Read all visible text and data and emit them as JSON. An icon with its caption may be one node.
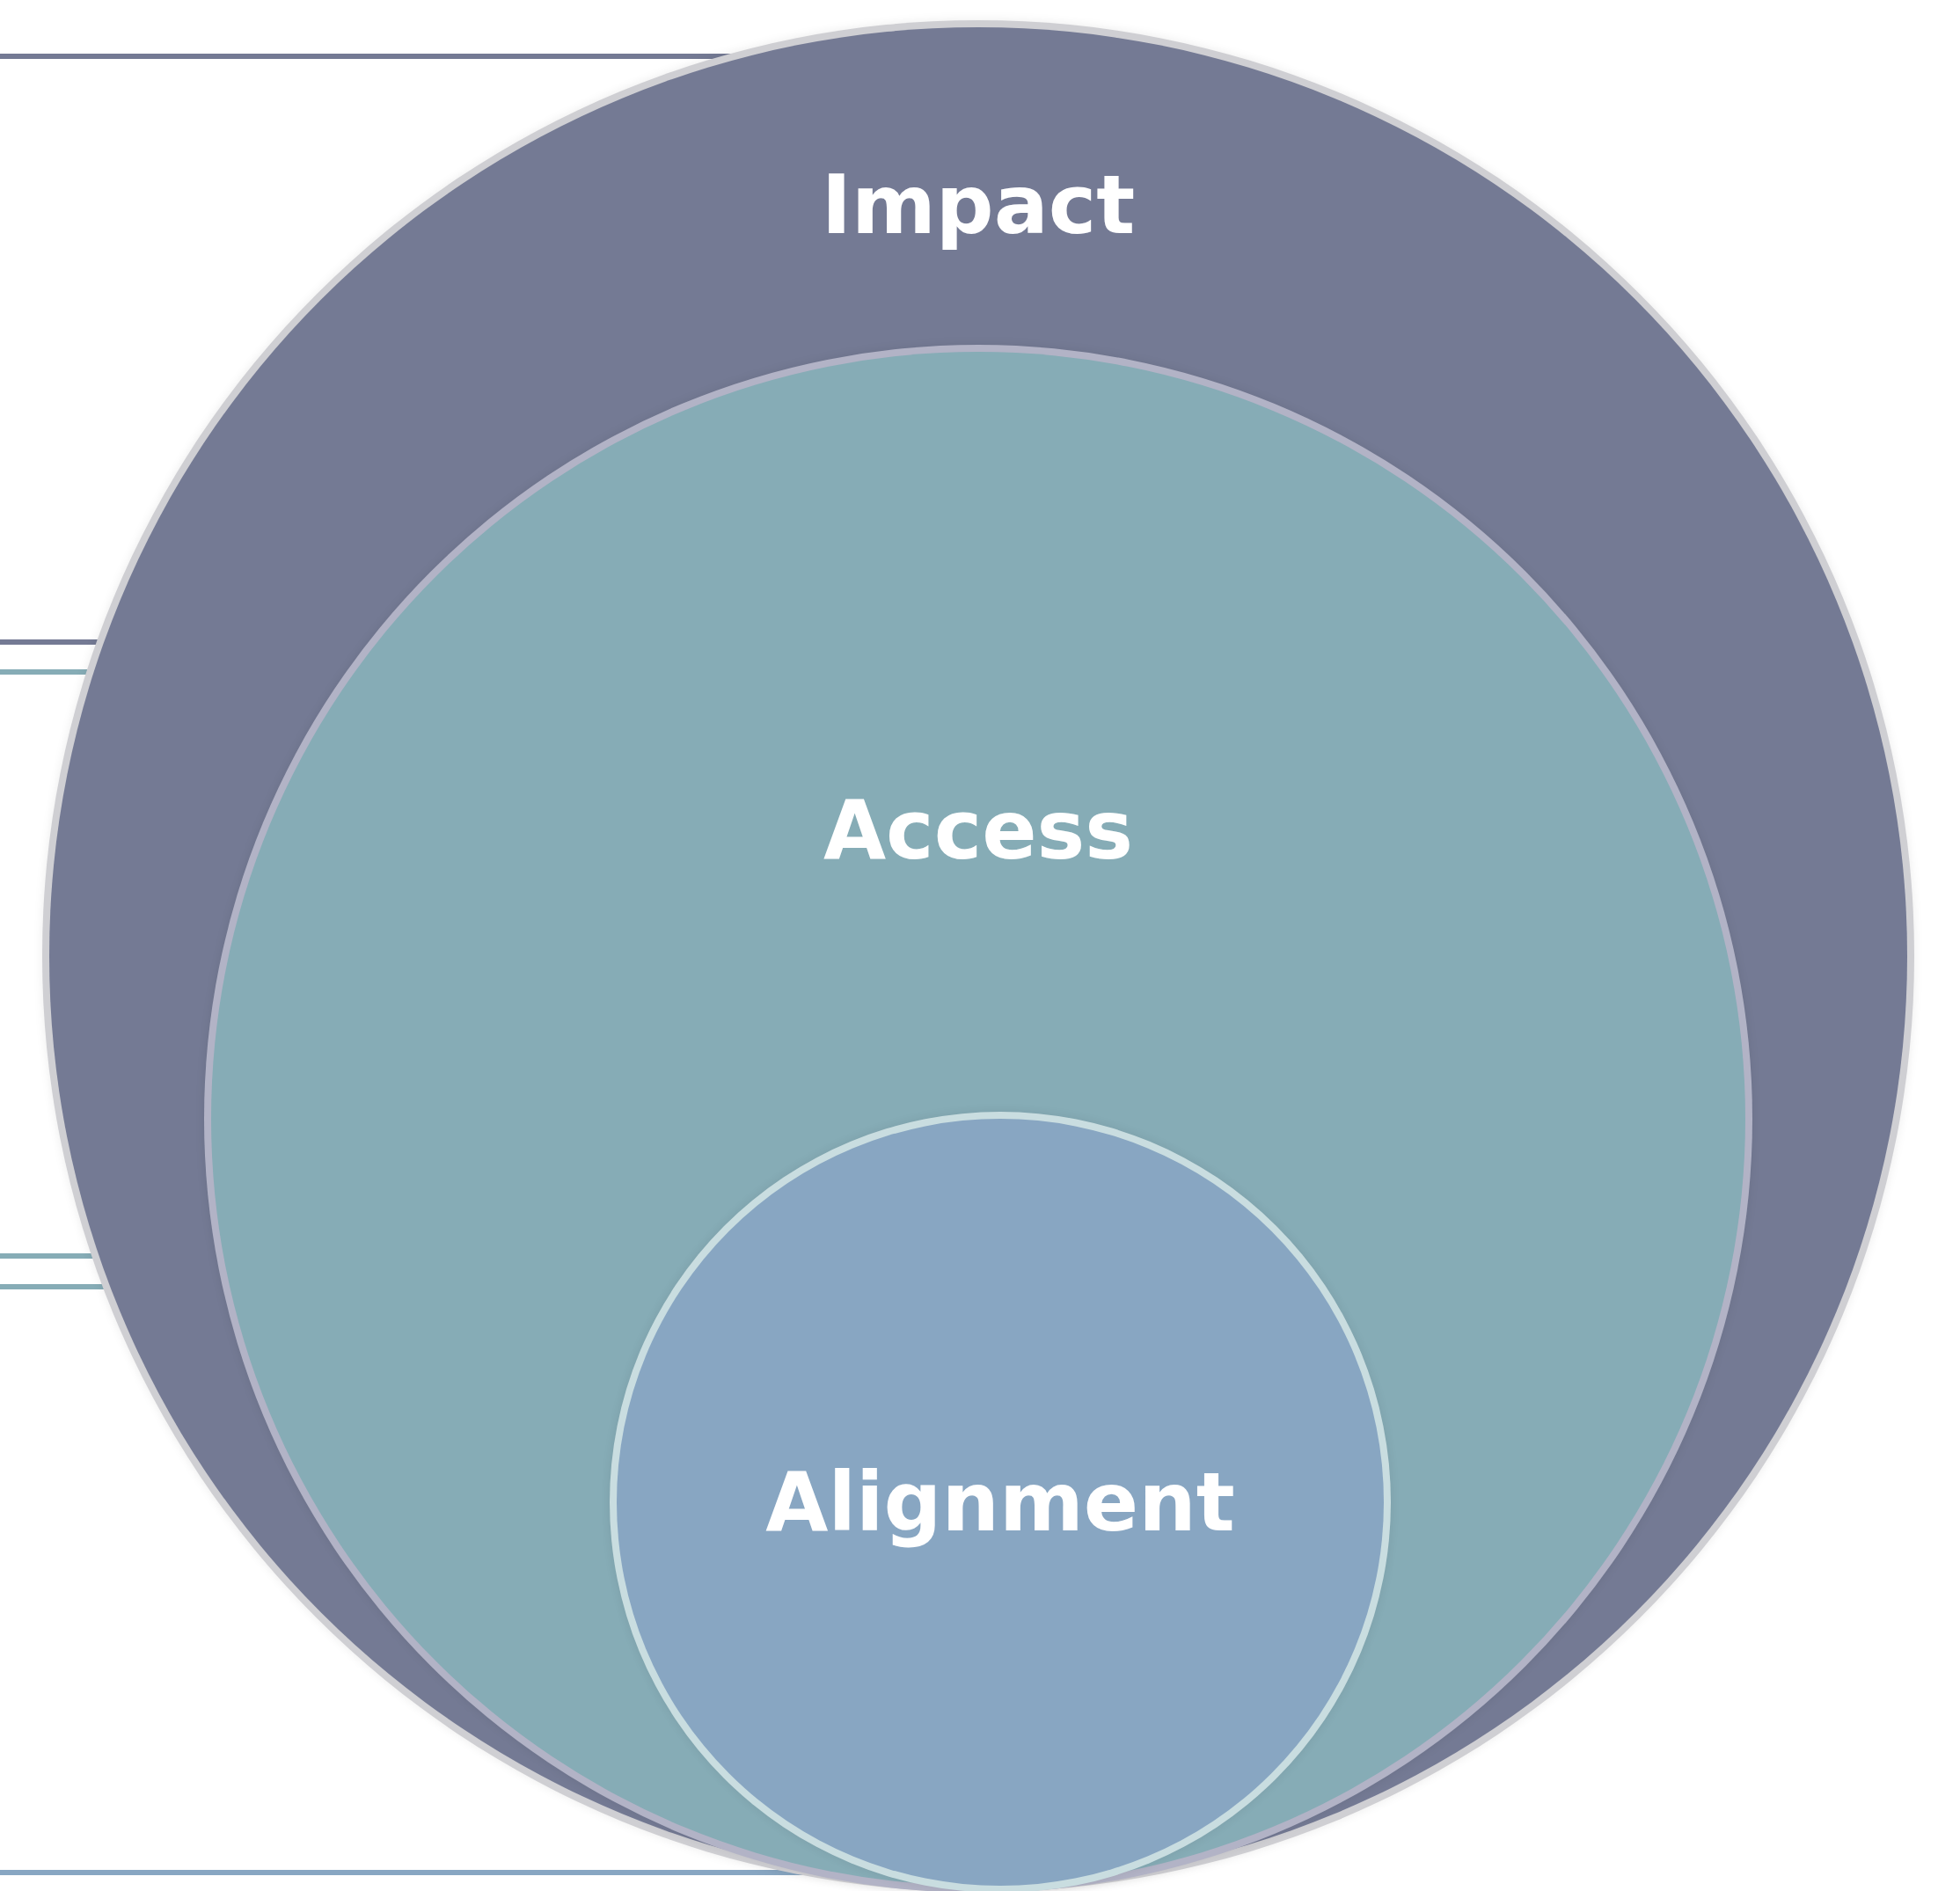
{
  "diagram": {
    "nodes": [
      {
        "text": [
          "Impact"
        ]
      },
      {
        "text": [
          "Access"
        ],
        "in": 0
      },
      {
        "text": [
          "Alignment"
        ],
        "in": 1
      }
    ]
  }
}
